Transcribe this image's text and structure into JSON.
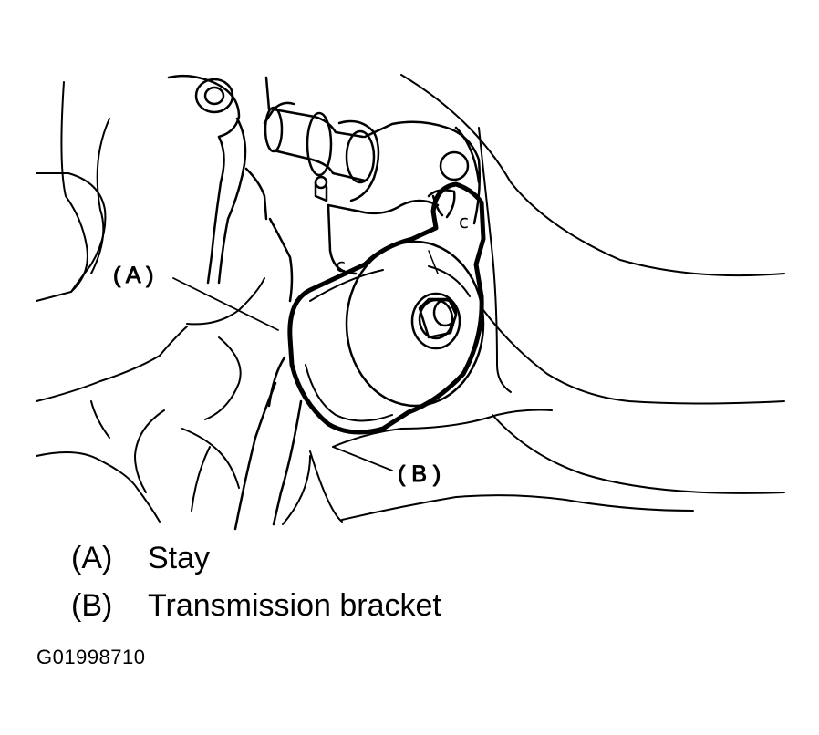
{
  "callouts": [
    {
      "key": "( A )",
      "name": "Stay"
    },
    {
      "key": "( B )",
      "name": "Transmission bracket"
    }
  ],
  "legend": [
    {
      "key": "(A)",
      "text": "Stay"
    },
    {
      "key": "(B)",
      "text": "Transmission bracket"
    }
  ],
  "figure_id": "G01998710",
  "colors": {
    "line": "#000000",
    "background": "#ffffff"
  }
}
